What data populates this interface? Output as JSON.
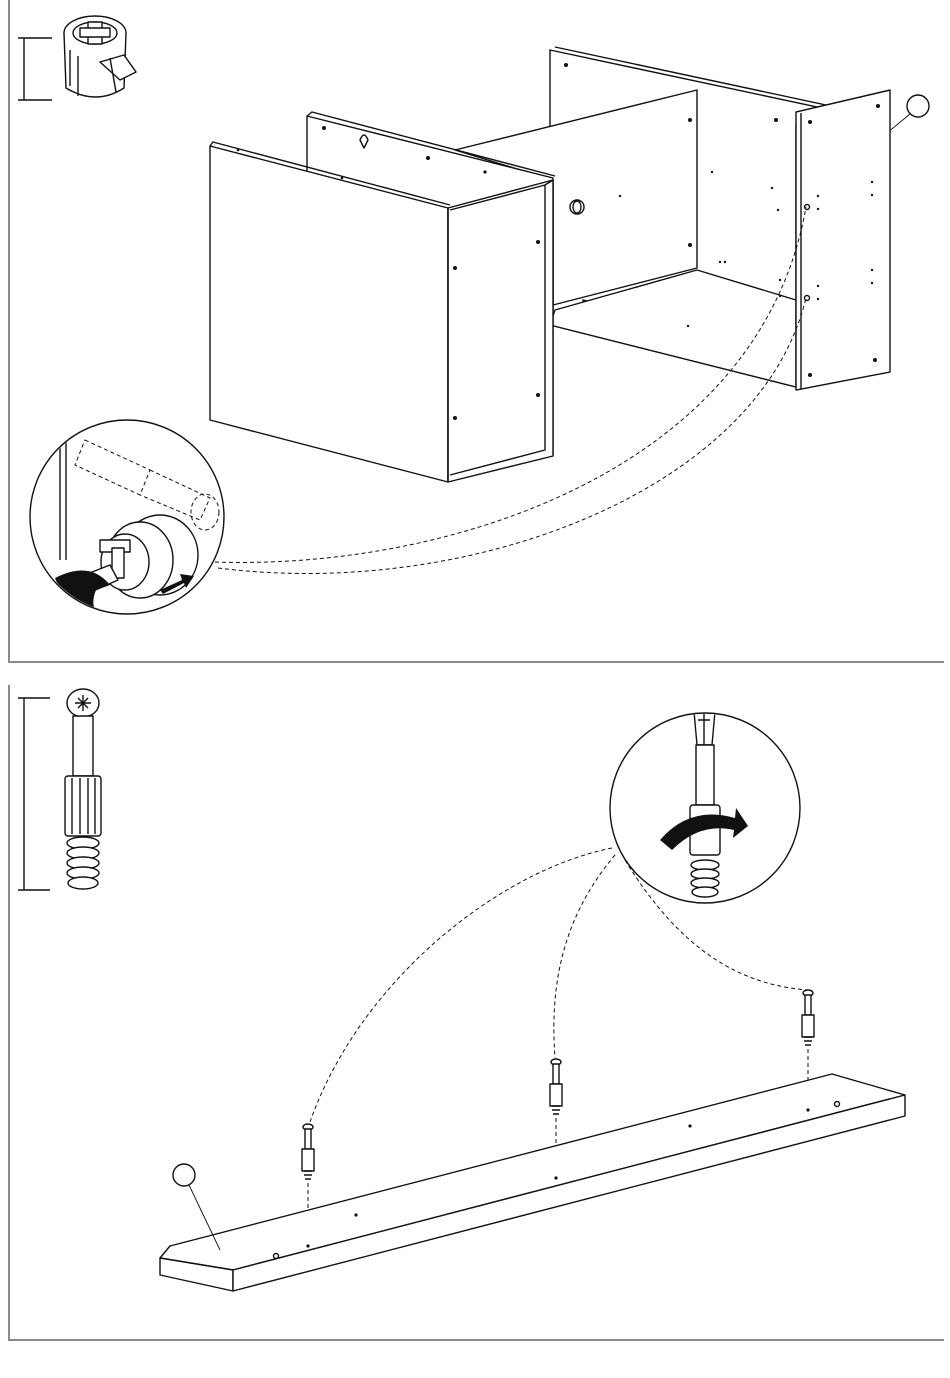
{
  "document": {
    "type": "assembly-instruction-sheet",
    "steps": [
      {
        "id": "step-a",
        "part_icon": "cam-lock-icon",
        "callout_label": "",
        "detail_icon": "screwdriver-turn-icon",
        "cabinet": "cabinet-carcass"
      },
      {
        "id": "step-b",
        "part_icon": "cam-dowel-screw-icon",
        "callout_label": "",
        "detail_icon": "screwdriver-turn-icon",
        "board": "bottom-panel"
      }
    ]
  }
}
